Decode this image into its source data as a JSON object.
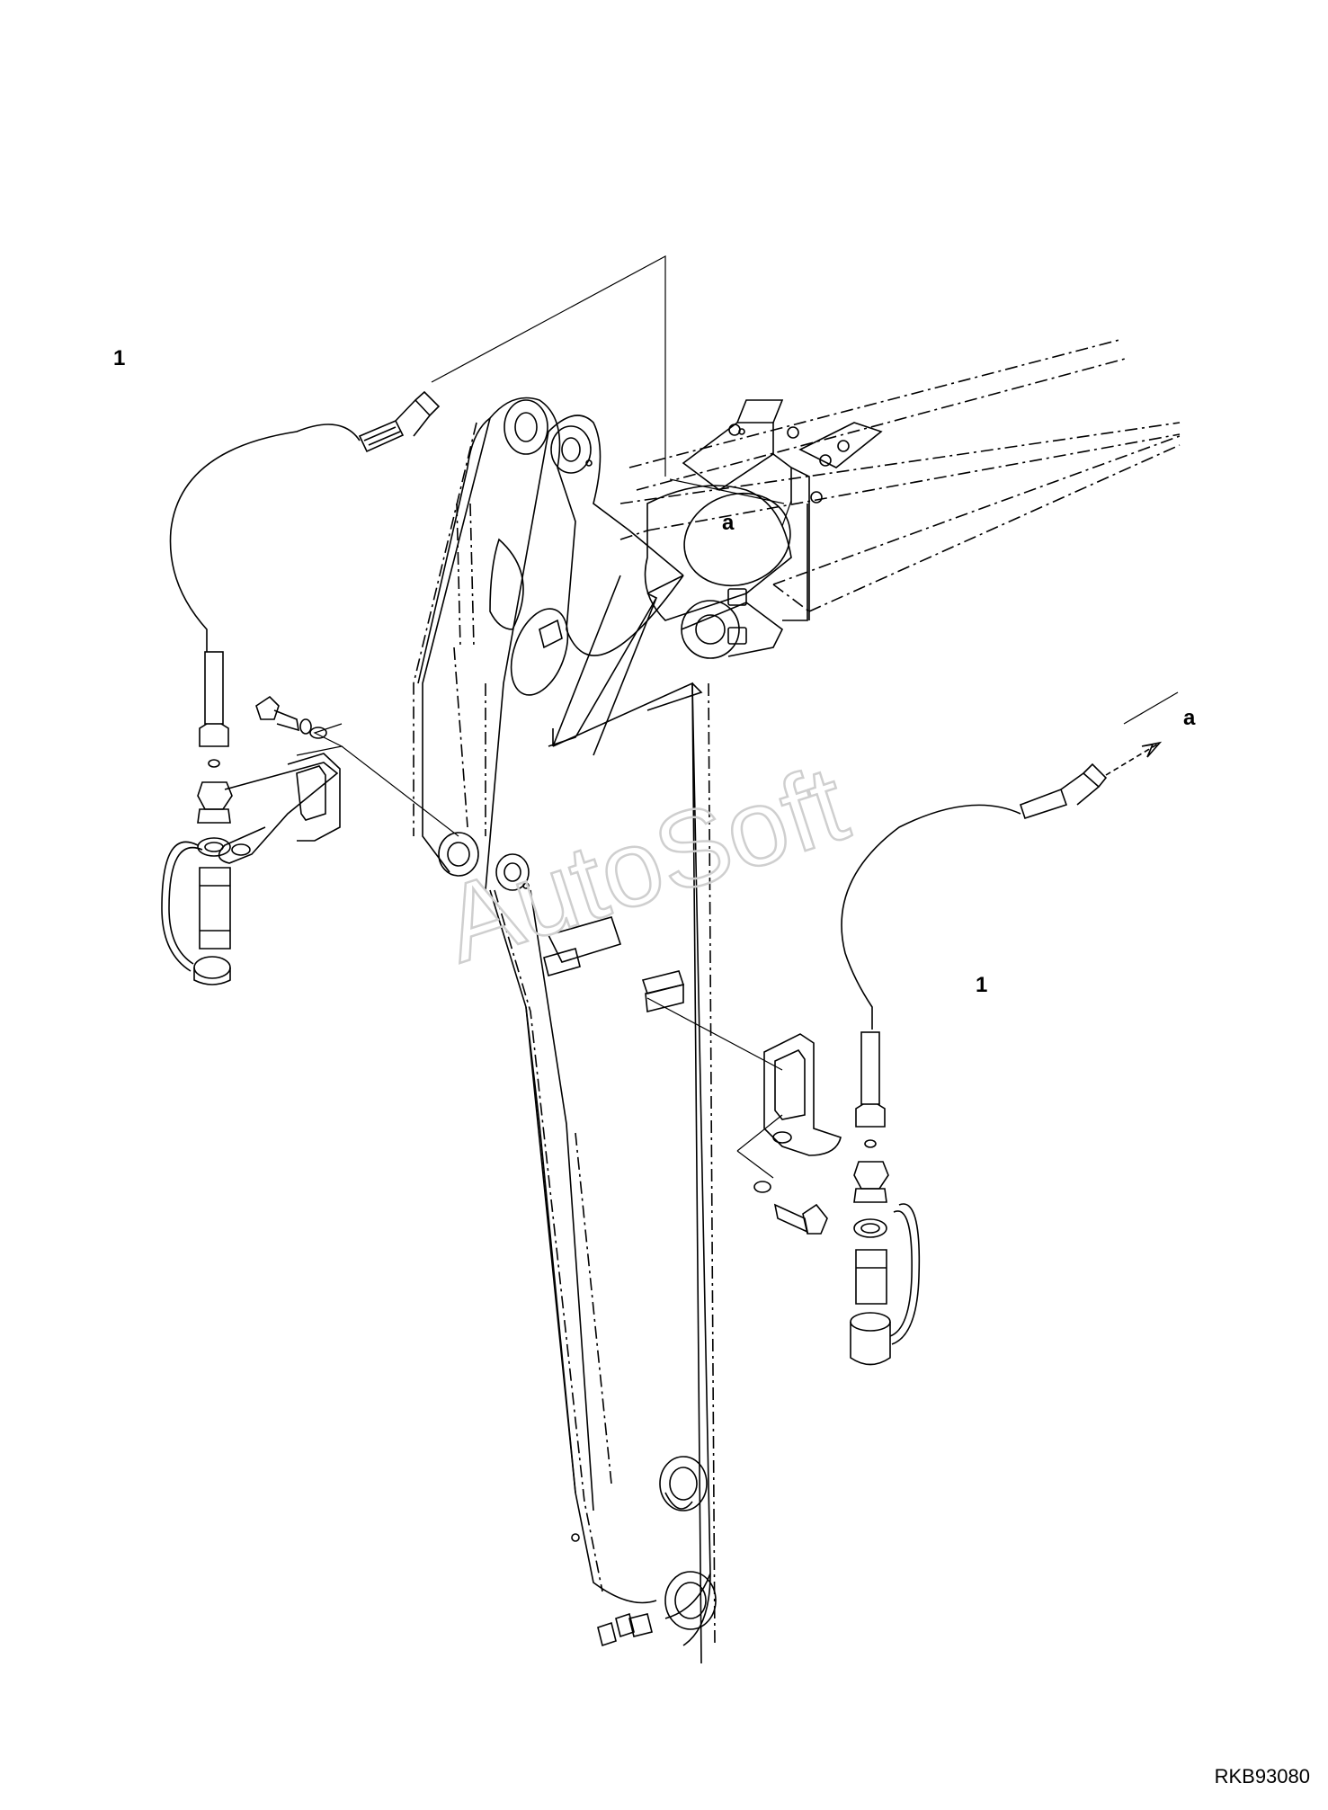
{
  "callouts": {
    "left_part": "1",
    "right_part": "1",
    "view_top": "a",
    "view_right": "a"
  },
  "watermark": "AutoSoft",
  "drawing_id": "RKB93080",
  "colors": {
    "line": "#000000",
    "watermark": "#cfcfcf"
  }
}
